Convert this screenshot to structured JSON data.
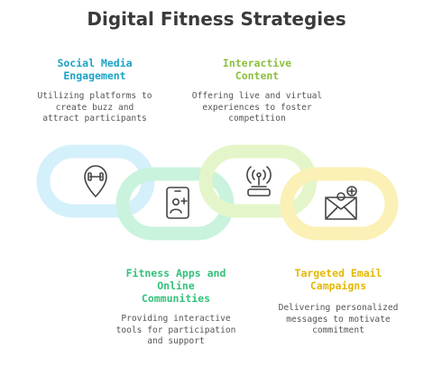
{
  "title": "Digital Fitness Strategies",
  "colors": {
    "social": "#1ba3c6",
    "interactive": "#8cbf3f",
    "apps": "#34c17b",
    "email": "#e6b800",
    "ring_blue": "#d4f0fb",
    "ring_green": "#c9f3dd",
    "ring_lime": "#e4f6c9",
    "ring_yellow": "#fbf1b6",
    "icon_stroke": "#444444"
  },
  "items": [
    {
      "heading": "Social Media\nEngagement",
      "description": "Utilizing platforms to\ncreate buzz and\nattract participants",
      "icon": "location-pin-dumbbell-icon"
    },
    {
      "heading": "Interactive\nContent",
      "description": "Offering live and virtual\nexperiences to foster\ncompetition",
      "icon": "live-broadcast-icon"
    },
    {
      "heading": "Fitness Apps and\nOnline\nCommunities",
      "description": "Providing interactive\ntools for participation\nand support",
      "icon": "smartphone-add-user-icon"
    },
    {
      "heading": "Targeted Email\nCampaigns",
      "description": "Delivering personalized\nmessages to motivate\ncommitment",
      "icon": "envelope-add-user-icon"
    }
  ]
}
